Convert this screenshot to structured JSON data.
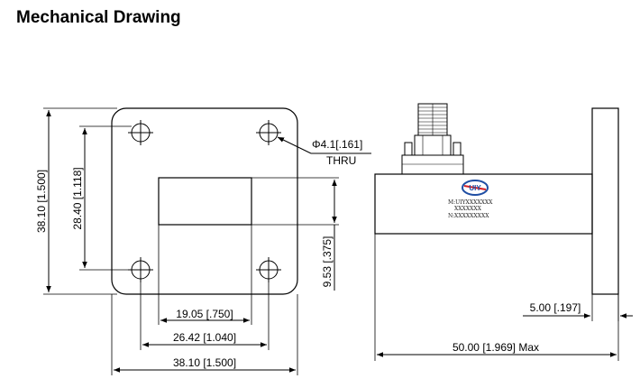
{
  "title": "Mechanical Drawing",
  "front_view": {
    "height_outer": "38.10 [1.500]",
    "height_holes": "28.40 [1.118]",
    "hole_callout": "Φ4.1[.161]",
    "hole_callout_note": "THRU",
    "offset_vertical": "9.53 [.375]",
    "width_aperture": "19.05 [.750]",
    "width_holes": "26.42 [1.040]",
    "width_outer": "38.10 [1.500]"
  },
  "side_view": {
    "flange_thickness": "5.00 [.197]",
    "overall_length": "50.00 [1.969] Max",
    "label_model": "M:UIYXXXXXXX",
    "label_line2": "XXXXXXX",
    "label_serial": "N:XXXXXXXXX",
    "logo_text": "UIY"
  },
  "colors": {
    "line": "#000000",
    "logo_blue": "#1f4ea3",
    "logo_red": "#d32027"
  }
}
